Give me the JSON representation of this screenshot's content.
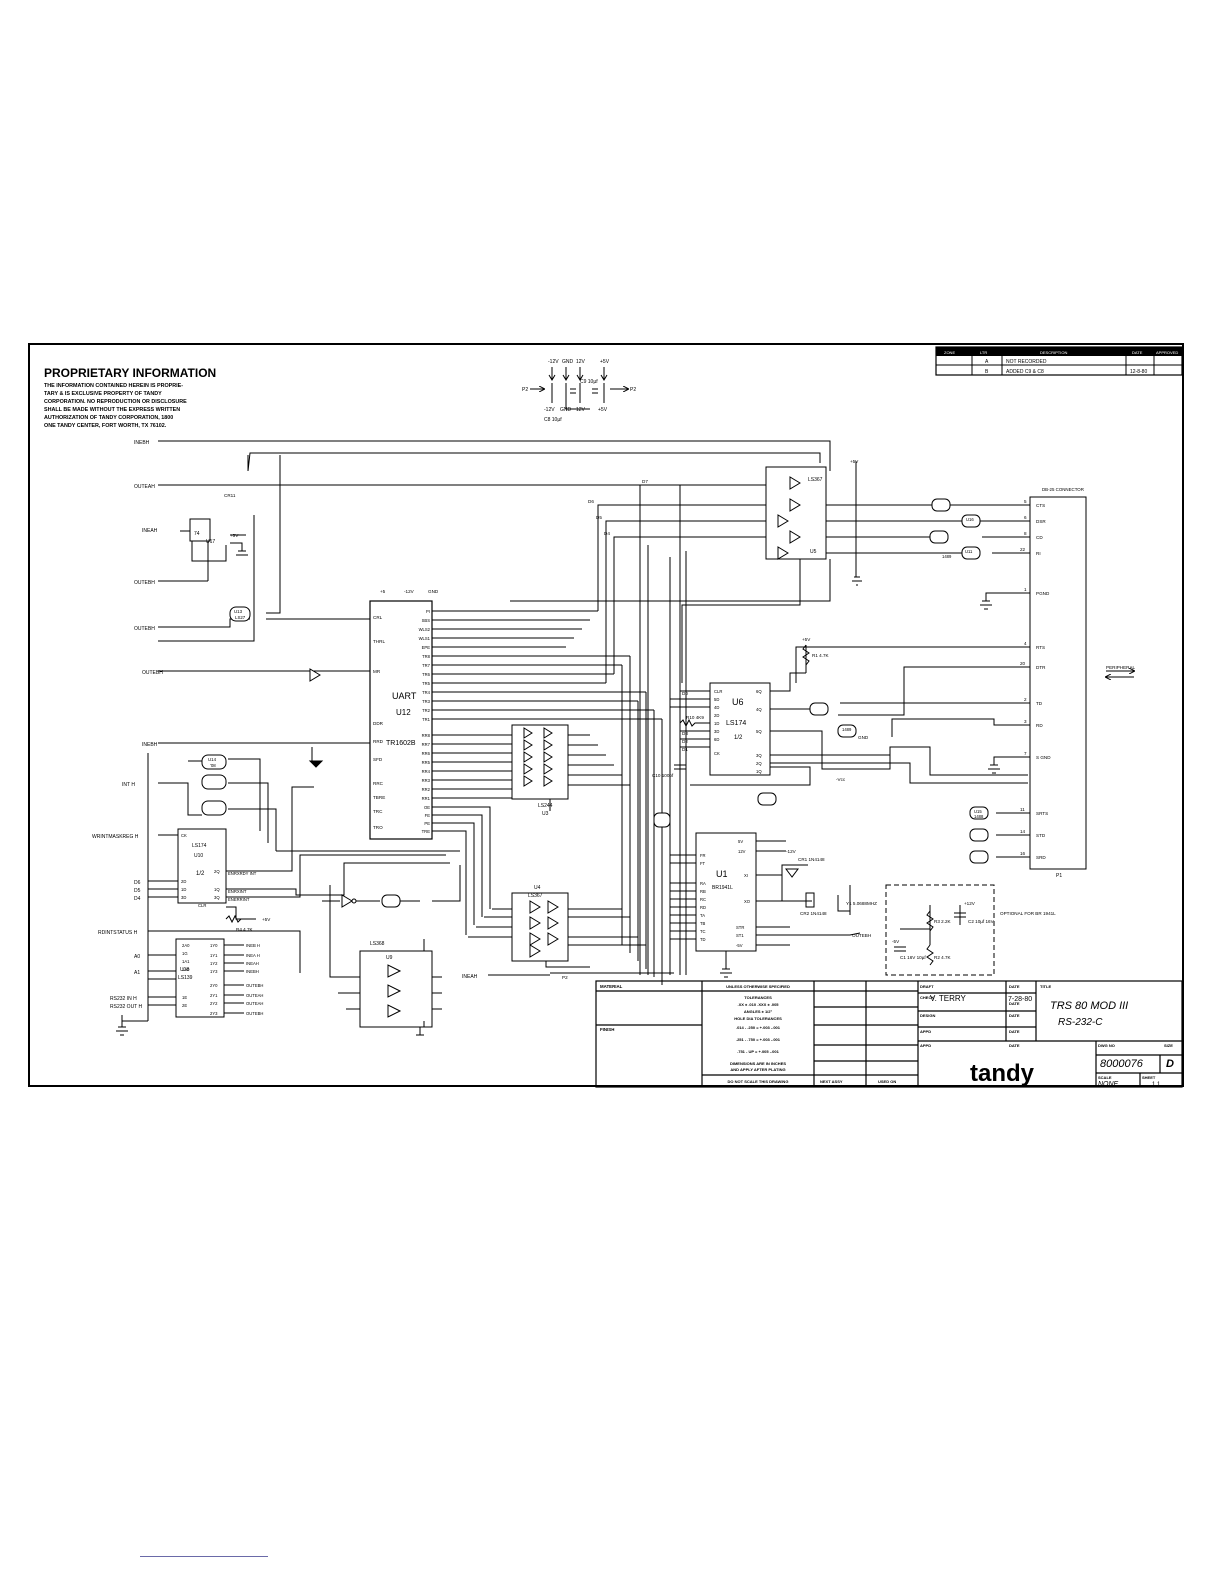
{
  "proprietary": {
    "title": "PROPRIETARY INFORMATION",
    "lines": [
      "THE INFORMATION CONTAINED HEREIN IS PROPRIE-",
      "TARY & IS EXCLUSIVE PROPERTY OF TANDY",
      "CORPORATION. NO REPRODUCTION OR DISCLOSURE",
      "SHALL BE MADE WITHOUT THE EXPRESS WRITTEN",
      "AUTHORIZATION OF TANDY CORPORATION, 1800",
      "ONE TANDY CENTER, FORT WORTH, TX 76102."
    ]
  },
  "power": {
    "top": [
      "-12V",
      "GND",
      "12V",
      "+5V"
    ],
    "bottom": [
      "-12V",
      "GND",
      "12V",
      "+5V"
    ],
    "cap_c9": "C9 10µf",
    "cap_c8": "C8 10µf",
    "left_ref": "P2",
    "right_ref": "P2"
  },
  "revisions": {
    "headers": [
      "ZONE",
      "LTR",
      "DESCRIPTION",
      "DATE",
      "APPROVED"
    ],
    "rows": [
      {
        "zone": "",
        "ltr": "A",
        "desc": "NOT RECORDED",
        "date": "",
        "appr": ""
      },
      {
        "zone": "",
        "ltr": "B",
        "desc": "ADDED C9 & C8",
        "date": "12-8-80",
        "appr": ""
      }
    ]
  },
  "signals_left": [
    "INEBH",
    "OUTEAH",
    "INEAH",
    "OUTEBH",
    "OUTEBH",
    "OUTEBH",
    "INEBH",
    "INT H",
    "WRINTMASKREG H",
    "D6",
    "D5",
    "D4",
    "RDINTSTATUS H",
    "A0",
    "A1",
    "RS232 IN H",
    "RS232 OUT H",
    "INEAH"
  ],
  "uart": {
    "name": "UART",
    "ref": "U12",
    "part": "TR1602B",
    "power_pins": [
      "+5",
      "-12V",
      "GND"
    ],
    "left_pins": [
      "CRL",
      "THRL",
      "MR",
      "DDR",
      "RRD",
      "SFD",
      "RRC",
      "TBRE",
      "TRC",
      "TRO"
    ],
    "right_pins": [
      "PI",
      "SBS",
      "WLS2",
      "WLS1",
      "EPE",
      "TR8",
      "TR7",
      "TR6",
      "TR5",
      "TR4",
      "TR3",
      "TR2",
      "TR1",
      "RR8",
      "RR7",
      "RR6",
      "RR5",
      "RR4",
      "RR3",
      "RR2",
      "RR1",
      "OE",
      "FE",
      "PE",
      "TRE"
    ]
  },
  "chips": {
    "u6": {
      "name": "U6",
      "part": "LS174",
      "ref": "1/2",
      "pins": [
        "CLR",
        "5D",
        "4D",
        "2D",
        "1D",
        "3D",
        "6D",
        "CK",
        "6Q",
        "4Q",
        "5Q",
        "3Q",
        "2Q",
        "1Q"
      ]
    },
    "u1": {
      "name": "U1",
      "part": "BR1941L",
      "pins": [
        "5V",
        "12V",
        "XI",
        "XO",
        "RA",
        "RB",
        "RC",
        "RD",
        "TA",
        "TB",
        "TC",
        "TD",
        "STR",
        "ST1",
        "-5V",
        "FR",
        "FT"
      ]
    },
    "u5": {
      "name": "U5",
      "part": "LS367"
    },
    "u3": {
      "name": "U3",
      "part": "LS244"
    },
    "u4": {
      "name": "U4",
      "part": "LS367"
    },
    "u9": {
      "name": "U9",
      "part": "LS368"
    },
    "u10": {
      "name": "U10",
      "part": "LS174",
      "ref": "1/2",
      "pins": [
        "CK",
        "2D",
        "1D",
        "3D",
        "2Q",
        "1Q",
        "3Q",
        "CLR"
      ],
      "outputs": [
        "ENRXRDY INT",
        "ENRXINT",
        "ENERRINT"
      ]
    },
    "u18": {
      "name": "U18",
      "part": "LS139",
      "pins": [
        "2A0",
        "1G",
        "1A1",
        "1A0",
        "1E",
        "2E",
        "1Y0",
        "1Y1",
        "1Y2",
        "1Y3",
        "2Y0",
        "2Y1",
        "2Y2",
        "2Y3"
      ],
      "outputs": [
        "INEB H",
        "INEA H",
        "INEAH",
        "INEBH",
        "OUTEBH",
        "OUTEAH",
        "OUTEAH",
        "OUTEBH"
      ]
    },
    "u17": {
      "name": "U17",
      "part": "74"
    },
    "u13": {
      "name": "U13",
      "part": "LS27"
    },
    "u14": {
      "name": "U14",
      "part": "'08"
    },
    "u15": {
      "name": "U15",
      "part": "1488"
    },
    "u16": {
      "name": "U16",
      "part": "1489"
    },
    "u11": {
      "name": "U11",
      "part": "1489"
    }
  },
  "labels": {
    "r1": "R1 4.7K",
    "r4": "R4 4.7K",
    "r10": "R10 4K9",
    "c10": "C10 100pf",
    "cr1": "CR1 1N4148",
    "cr2": "CR2 1N4148",
    "crystal": "Y1 5.0688MHZ",
    "gnd": "GND",
    "plus5": "+5V",
    "plus12": "+12V",
    "minus12": "-12V",
    "minus5": "-5V",
    "vcc": "-Vcc",
    "r11": "CR11",
    "optional": "OPTIONAL FOR BR 1941L",
    "c1": "C1 16V 10µf",
    "r2": "R2 4.7K",
    "r3": "R3 2.2K",
    "c2": "C2 10µf 16V",
    "u1_out": "OUTEBH",
    "peripheral": "PERIPHERAL",
    "p2_bus": "P2"
  },
  "connector": {
    "title": "DB-25 CONNECTOR",
    "ref": "P1",
    "pins": [
      {
        "num": "5",
        "name": "CTS"
      },
      {
        "num": "6",
        "name": "DSR"
      },
      {
        "num": "8",
        "name": "CD"
      },
      {
        "num": "22",
        "name": "RI"
      },
      {
        "num": "1",
        "name": "PGND"
      },
      {
        "num": "4",
        "name": "RTS"
      },
      {
        "num": "20",
        "name": "DTR"
      },
      {
        "num": "2",
        "name": "TD"
      },
      {
        "num": "3",
        "name": "RD"
      },
      {
        "num": "7",
        "name": "S GND"
      },
      {
        "num": "11",
        "name": "SRTS"
      },
      {
        "num": "14",
        "name": "STD"
      },
      {
        "num": "16",
        "name": "SRD"
      }
    ]
  },
  "data_bus": [
    "D7",
    "D6",
    "D5",
    "D4",
    "D3",
    "D2",
    "D1",
    "D0"
  ],
  "title_block": {
    "material": "MATERIAL",
    "finish": "FINISH",
    "tolerances": [
      "UNLESS OTHERWISE SPECIFIED",
      "TOLERANCES",
      ".XX ± .010    .XXX ± .005",
      "ANGLES ± 1/2°",
      "HOLE DIA TOLERANCES",
      ".014 - .250 = +.003 -.001",
      ".251 - .750 = +.003 -.001",
      ".751 - UP = +.005 -.001",
      "DIMENSIONS ARE IN INCHES",
      "AND APPLY AFTER PLATING",
      "DO NOT SCALE THIS DRAWING"
    ],
    "next_assy": "NEXT ASSY",
    "used_on": "USED ON",
    "draft_label": "DRAFT",
    "draft": "V. TERRY",
    "date_label": "DATE",
    "date": "7-28-80",
    "check": "CHECK",
    "design": "DESIGN",
    "appd": "APPD",
    "title_label": "TITLE",
    "title1": "TRS 80  MOD III",
    "title2": "RS-232-C",
    "company": "tandy",
    "dwg_label": "DWG NO",
    "dwg_no": "8000076",
    "size_label": "SIZE",
    "size": "D",
    "scale_label": "SCALE",
    "scale": "NONE",
    "sheet_label": "SHEET",
    "sheet": "1  1"
  }
}
